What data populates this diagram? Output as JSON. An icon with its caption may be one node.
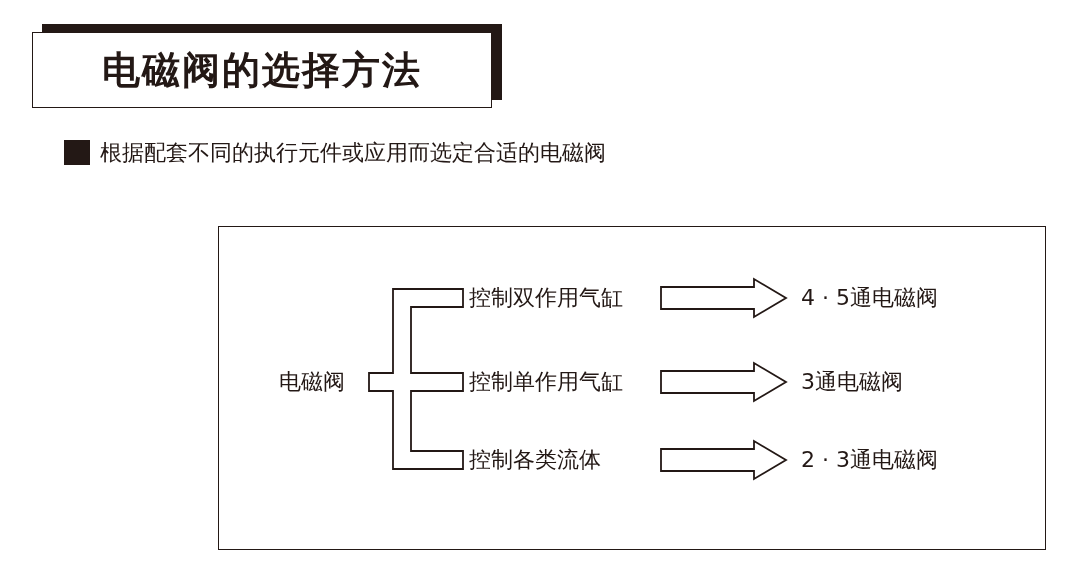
{
  "diagram": {
    "title": "电磁阀的选择方法",
    "nodes": [
      {
        "text": [],
        "shape": "box"
      },
      {
        "text": [
          "电磁阀"
        ],
        "in": 0
      },
      {
        "text": [
          "控制双作用气缸"
        ],
        "in": 0
      },
      {
        "text": [
          "控制单作用气缸"
        ],
        "in": 0
      },
      {
        "text": [
          "控制各类流体"
        ],
        "in": 0
      },
      {
        "text": [
          "4 · 5通电磁阀"
        ],
        "in": 0
      },
      {
        "text": [
          "3通电磁阀"
        ],
        "in": 0
      },
      {
        "text": [
          "2 · 3通电磁阀"
        ],
        "in": 0
      }
    ],
    "edges": [
      {
        "from": 1,
        "to": 2,
        "arrow": "none"
      },
      {
        "from": 1,
        "to": 3,
        "arrow": "none"
      },
      {
        "from": 1,
        "to": 4,
        "arrow": "none"
      },
      {
        "from": 2,
        "to": 5,
        "arrow": "to"
      },
      {
        "from": 3,
        "to": 6,
        "arrow": "to"
      },
      {
        "from": 4,
        "to": 7,
        "arrow": "to"
      }
    ],
    "labels": [
      "根据配套不同的执行元件或应用而选定合适的电磁阀"
    ]
  }
}
